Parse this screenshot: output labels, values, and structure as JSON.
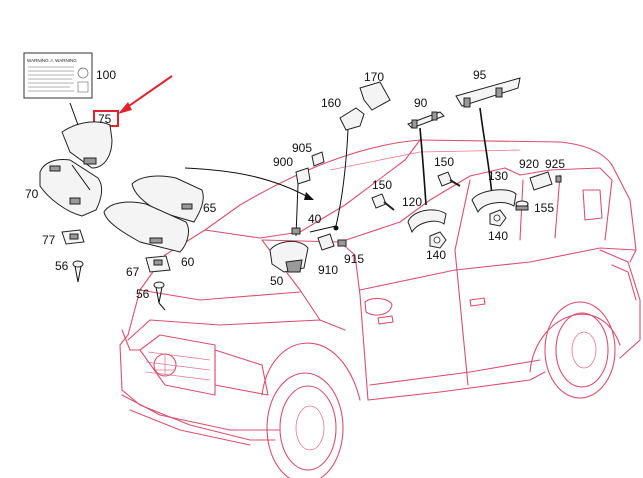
{
  "labels": {
    "p100": "100",
    "p75": "75",
    "p70": "70",
    "p65": "65",
    "p77": "77",
    "p56a": "56",
    "p67": "67",
    "p60": "60",
    "p56b": "56",
    "p160": "160",
    "p170": "170",
    "p90": "90",
    "p95": "95",
    "p905": "905",
    "p900": "900",
    "p40": "40",
    "p50": "50",
    "p910": "910",
    "p915": "915",
    "p150a": "150",
    "p150b": "150",
    "p120": "120",
    "p140a": "140",
    "p130": "130",
    "p920": "920",
    "p925": "925",
    "p155": "155",
    "p140b": "140"
  },
  "warning_label": {
    "heading": "WARNING ⚠ WARNING"
  },
  "highlight": {
    "callout": "75",
    "color": "#e0242f"
  },
  "colors": {
    "vehicle_outline": "#d9506e",
    "parts_outline": "#222222",
    "callout_arrow": "#e0242f"
  }
}
